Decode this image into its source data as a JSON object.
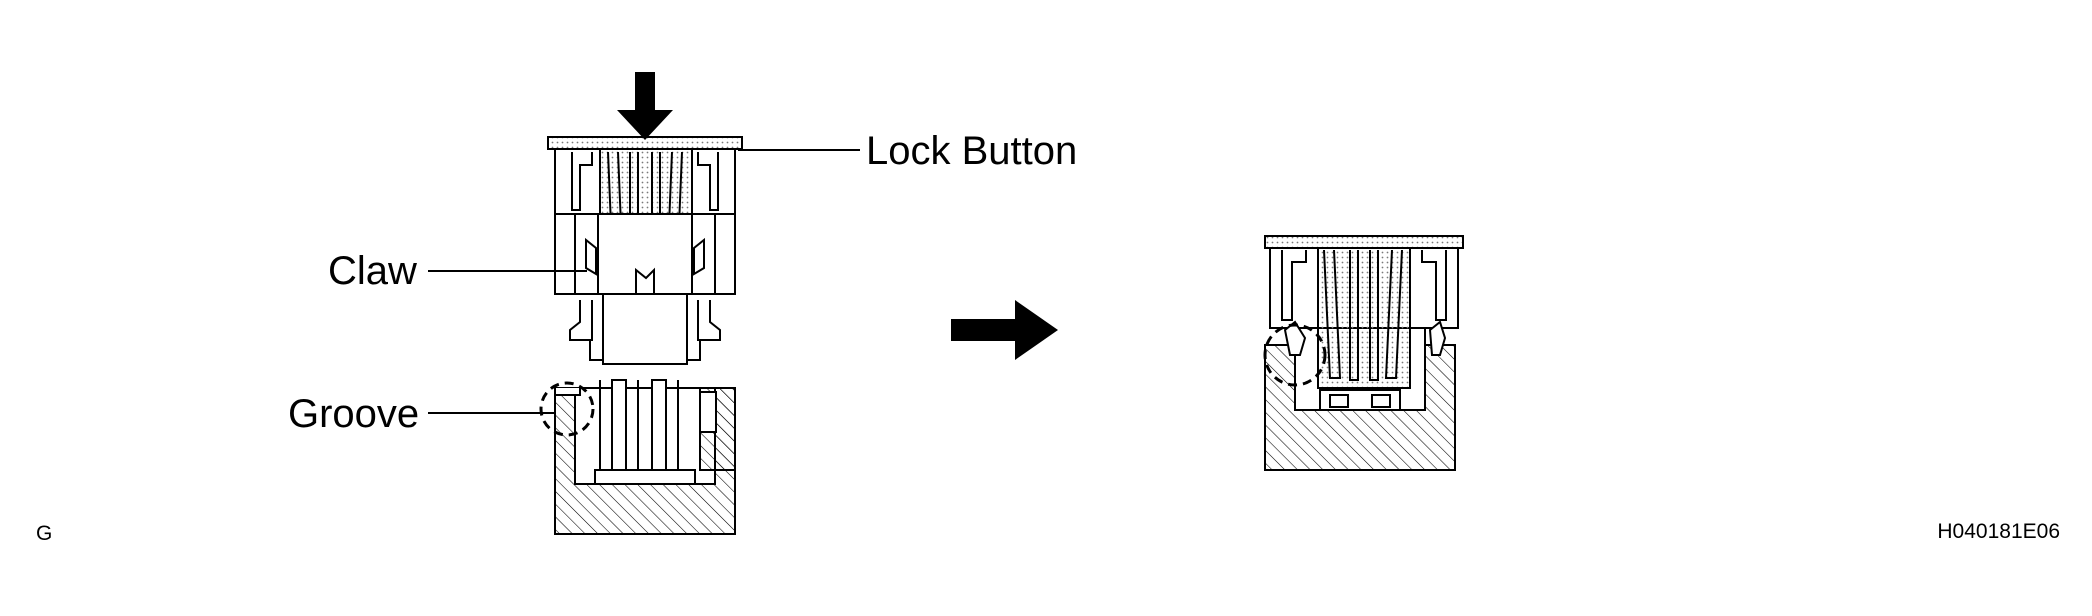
{
  "labels": {
    "lock_button": "Lock Button",
    "claw": "Claw",
    "groove": "Groove",
    "corner_mark": "G",
    "figure_code": "H040181E06"
  },
  "colors": {
    "line": "#000000",
    "background": "#ffffff",
    "stipple": "#7a7a7a"
  },
  "icons": {
    "press_arrow": "arrow-down-icon",
    "step_arrow": "arrow-right-icon"
  }
}
